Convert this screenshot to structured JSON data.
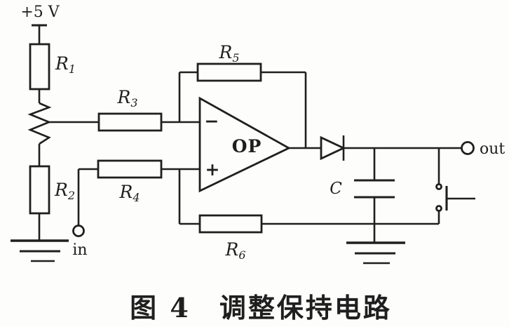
{
  "figure": {
    "caption": "图 4　调整保持电路"
  },
  "labels": {
    "supply": "+5 V",
    "input": "in",
    "output": "out",
    "capacitor": "C",
    "opamp": "OP",
    "opamp_inverting": "−",
    "opamp_noninverting": "+"
  },
  "resistors": {
    "r1": {
      "base": "R",
      "sub": "1"
    },
    "r2": {
      "base": "R",
      "sub": "2"
    },
    "r3": {
      "base": "R",
      "sub": "3"
    },
    "r4": {
      "base": "R",
      "sub": "4"
    },
    "r5": {
      "base": "R",
      "sub": "5"
    },
    "r6": {
      "base": "R",
      "sub": "6"
    }
  },
  "colors": {
    "ink": "#1f1f1f",
    "paper": "#fdfdfb"
  }
}
